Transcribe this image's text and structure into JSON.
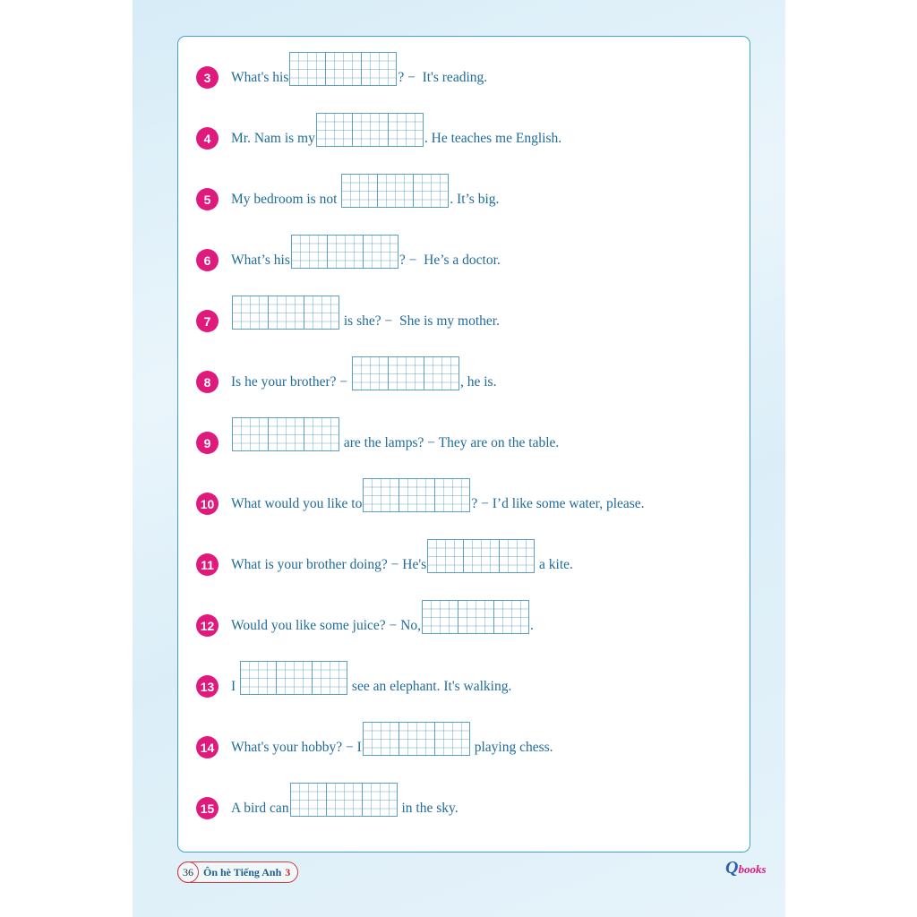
{
  "items": [
    {
      "num": "3",
      "before": "What's his",
      "after": "? −  It's reading."
    },
    {
      "num": "4",
      "before": "Mr. Nam is my",
      "after": ". He teaches me English."
    },
    {
      "num": "5",
      "before": "My bedroom is not ",
      "after": ". It’s big."
    },
    {
      "num": "6",
      "before": "What’s his",
      "after": "? −  He’s a doctor."
    },
    {
      "num": "7",
      "before": "",
      "after": " is she? −  She is my mother."
    },
    {
      "num": "8",
      "before": "Is he your brother? − ",
      "after": ", he is."
    },
    {
      "num": "9",
      "before": "",
      "after": " are the lamps? − They are on the table."
    },
    {
      "num": "10",
      "before": "What would you like to",
      "after": "? − I’d like some water, please."
    },
    {
      "num": "11",
      "before": "What is your brother doing? − He's",
      "after": " a kite."
    },
    {
      "num": "12",
      "before": "Would you like some juice? − No,",
      "after": "."
    },
    {
      "num": "13",
      "before": "I ",
      "after": " see an elephant. It's walking."
    },
    {
      "num": "14",
      "before": "What's your hobby? − I",
      "after": " playing chess."
    },
    {
      "num": "15",
      "before": "A bird can",
      "after": " in the sky."
    }
  ],
  "footer": {
    "page": "36",
    "title": "Ôn hè Tiếng Anh",
    "grade": "3",
    "logo": "Qbooks"
  }
}
